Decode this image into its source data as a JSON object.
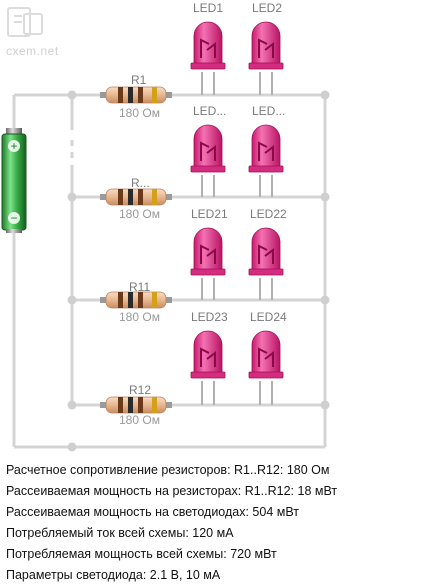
{
  "watermark": {
    "text": "cxem.net"
  },
  "resistors": [
    {
      "label": "R1",
      "value": "180 Ом"
    },
    {
      "label": "R...",
      "value": "180 Ом"
    },
    {
      "label": "R11",
      "value": "180 Ом"
    },
    {
      "label": "R12",
      "value": "180 Ом"
    }
  ],
  "leds": [
    {
      "left": "LED1",
      "right": "LED2"
    },
    {
      "left": "LED...",
      "right": "LED..."
    },
    {
      "left": "LED21",
      "right": "LED22"
    },
    {
      "left": "LED23",
      "right": "LED24"
    }
  ],
  "info": [
    "Расчетное сопротивление резисторов: R1..R12: 180 Ом",
    "Рассеиваемая мощность на резисторах: R1..R12: 18 мВт",
    "Рассеиваемая мощность на светодиодах: 504 мВт",
    "Потребляемый ток всей схемы: 120 мА",
    "Потребляемая мощность всей схемы: 720 мВт",
    "Параметры светодиода: 2.1 В, 10 мА"
  ],
  "colors": {
    "wire": "#d4d4d4",
    "led": "#e8368f",
    "battery": "#3cb04a"
  }
}
